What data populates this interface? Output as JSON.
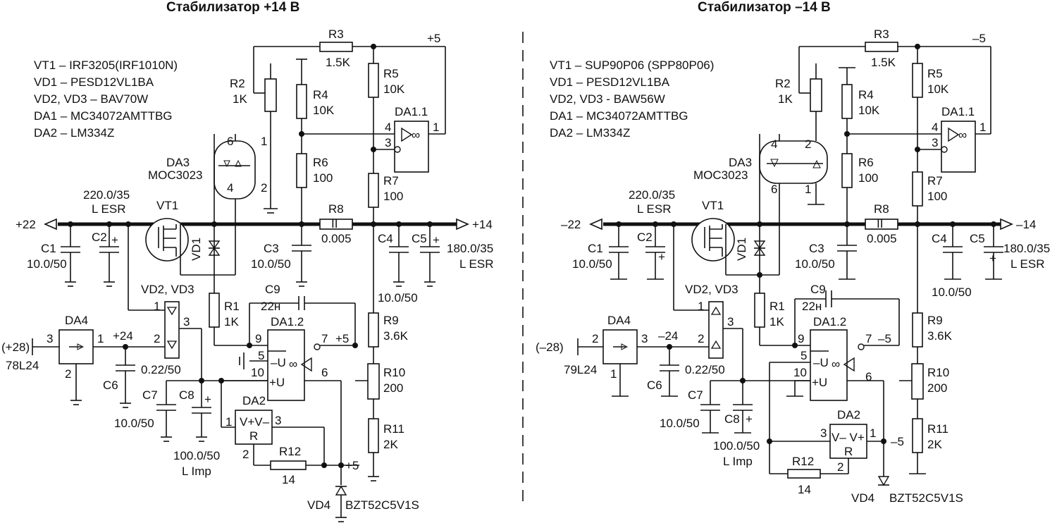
{
  "left": {
    "title": "Стабилизатор +14 В",
    "bom": [
      "VT1 – IRF3205(IRF1010N)",
      "VD1 – PESD12VL1BA",
      "VD2, VD3 – BAV70W",
      "DA1 – MC34072AMTTBG",
      "DA2 – LM334Z"
    ],
    "rails": {
      "in": "+22",
      "out": "+14",
      "dc_in": "(+28)",
      "v24": "+24",
      "plus5": "+5"
    },
    "R3": {
      "ref": "R3",
      "val": "1.5K"
    },
    "R2": {
      "ref": "R2",
      "val": "1K"
    },
    "R4": {
      "ref": "R4",
      "val": "10K"
    },
    "R5": {
      "ref": "R5",
      "val": "10K"
    },
    "R6": {
      "ref": "R6",
      "val": "100"
    },
    "R7": {
      "ref": "R7",
      "val": "100"
    },
    "R8": {
      "ref": "R8",
      "val": "0.005"
    },
    "R1": {
      "ref": "R1",
      "val": "1K"
    },
    "R9": {
      "ref": "R9",
      "val": "3.6K"
    },
    "R10": {
      "ref": "R10",
      "val": "200"
    },
    "R11": {
      "ref": "R11",
      "val": "2K"
    },
    "R12": {
      "ref": "R12",
      "val": "14"
    },
    "DA11": "DA1.1",
    "DA12": "DA1.2",
    "DA3": {
      "ref": "DA3",
      "part": "MOC3023"
    },
    "VT1": "VT1",
    "VD1": "VD1",
    "VD23": "VD2, VD3",
    "DA4": {
      "ref": "DA4",
      "part": "78L24"
    },
    "DA2": {
      "ref": "DA2",
      "pins": "V+V–",
      "r": "R"
    },
    "VD4": {
      "ref": "VD4",
      "part": "BZT52C5V1S"
    },
    "C1": {
      "ref": "C1",
      "val": "10.0/50"
    },
    "C2": {
      "ref": "C2",
      "val": "220.0/35",
      "note": "L ESR"
    },
    "C3": {
      "ref": "C3",
      "val": "10.0/50"
    },
    "C4": {
      "ref": "C4",
      "val": "10.0/50"
    },
    "C5": {
      "ref": "C5",
      "val": "180.0/35",
      "note": "L ESR"
    },
    "C6": {
      "ref": "C6",
      "val": "0.22/50"
    },
    "C7": {
      "ref": "C7",
      "val": "10.0/50"
    },
    "C8": {
      "ref": "C8",
      "val": "100.0/50",
      "note": "L Imp"
    },
    "C9": {
      "ref": "C9",
      "val": "22н"
    }
  },
  "right": {
    "title": "Стабилизатор –14 В",
    "bom": [
      "VT1 – SUP90P06 (SPP80P06)",
      "VD1 – PESD12VL1BA",
      "VD2, VD3 - BAW56W",
      "DA1 – MC34072AMTTBG",
      "DA2 – LM334Z"
    ],
    "rails": {
      "in": "–22",
      "out": "–14",
      "dc_in": "(–28)",
      "v24": "–24",
      "minus5": "–5"
    },
    "R3": {
      "ref": "R3",
      "val": "1.5K"
    },
    "R2": {
      "ref": "R2",
      "val": "1K"
    },
    "R4": {
      "ref": "R4",
      "val": "10K"
    },
    "R5": {
      "ref": "R5",
      "val": "10K"
    },
    "R6": {
      "ref": "R6",
      "val": "100"
    },
    "R7": {
      "ref": "R7",
      "val": "100"
    },
    "R8": {
      "ref": "R8",
      "val": "0.005"
    },
    "R1": {
      "ref": "R1",
      "val": "1K"
    },
    "R9": {
      "ref": "R9",
      "val": "3.6K"
    },
    "R10": {
      "ref": "R10",
      "val": "200"
    },
    "R11": {
      "ref": "R11",
      "val": "2K"
    },
    "R12": {
      "ref": "R12",
      "val": "14"
    },
    "DA11": "DA1.1",
    "DA12": "DA1.2",
    "DA3": {
      "ref": "DA3",
      "part": "MOC3023"
    },
    "VT1": "VT1",
    "VD1": "VD1",
    "VD23": "VD2, VD3",
    "DA4": {
      "ref": "DA4",
      "part": "79L24"
    },
    "DA2": {
      "ref": "DA2",
      "pins": "V– V+",
      "r": "R"
    },
    "VD4": {
      "ref": "VD4",
      "part": "BZT52C5V1S"
    },
    "C1": {
      "ref": "C1",
      "val": "10.0/50"
    },
    "C2": {
      "ref": "C2",
      "val": "220.0/35",
      "note": "L ESR"
    },
    "C3": {
      "ref": "C3",
      "val": "10.0/50"
    },
    "C4": {
      "ref": "C4",
      "val": "10.0/50"
    },
    "C5": {
      "ref": "C5",
      "val": "180.0/35",
      "note": "L ESR"
    },
    "C6": {
      "ref": "C6",
      "val": "0.22/50"
    },
    "C7": {
      "ref": "C7",
      "val": "10.0/50"
    },
    "C8": {
      "ref": "C8",
      "val": "100.0/50",
      "note": "L Imp"
    },
    "C9": {
      "ref": "C9",
      "val": "22н"
    }
  },
  "pins": {
    "p1": "1",
    "p2": "2",
    "p3": "3",
    "p4": "4",
    "p5": "5",
    "p6": "6",
    "p7": "7",
    "p9": "9",
    "p10": "10",
    "mU": "–U",
    "pU": "+U",
    "inf": "∞"
  }
}
